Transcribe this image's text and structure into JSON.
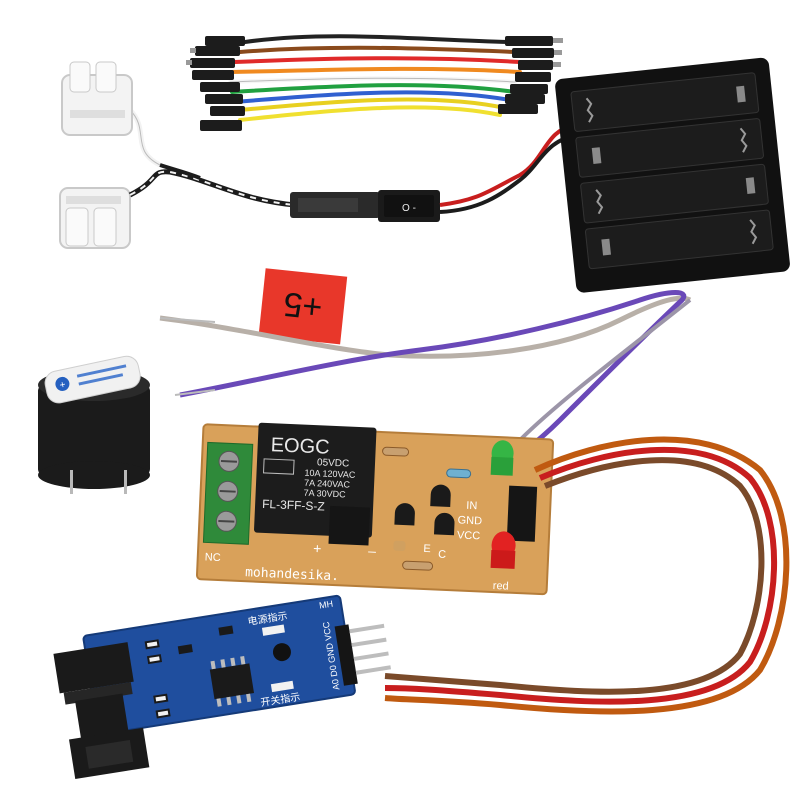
{
  "relay": {
    "brand": "EOGC",
    "spec_lines": [
      "05VDC",
      "10A 120VAC",
      "7A 240VAC",
      "7A 30VDC"
    ],
    "model": "FL-3FF-S-Z",
    "pin_in": "IN",
    "pin_gnd": "GND",
    "pin_vcc": "VCC",
    "terminal_nc": "NC",
    "board_marking": "mohandesika.",
    "led_label": "red",
    "plus_mark": "+",
    "minus_mark": "–"
  },
  "tag": {
    "text": "+5"
  },
  "sensor": {
    "pins": "A0 D0 GND VCC",
    "top_label": "电源指示",
    "bottom_label": "开关指示",
    "corner_label": "MH"
  },
  "switch": {
    "label": "O  -"
  },
  "colors": {
    "pcb": "#d9a15a",
    "sensor_pcb": "#1f4e9e",
    "relay_body": "#1c1c1c",
    "terminal": "#2f8a3a",
    "tag": "#e8372a"
  }
}
